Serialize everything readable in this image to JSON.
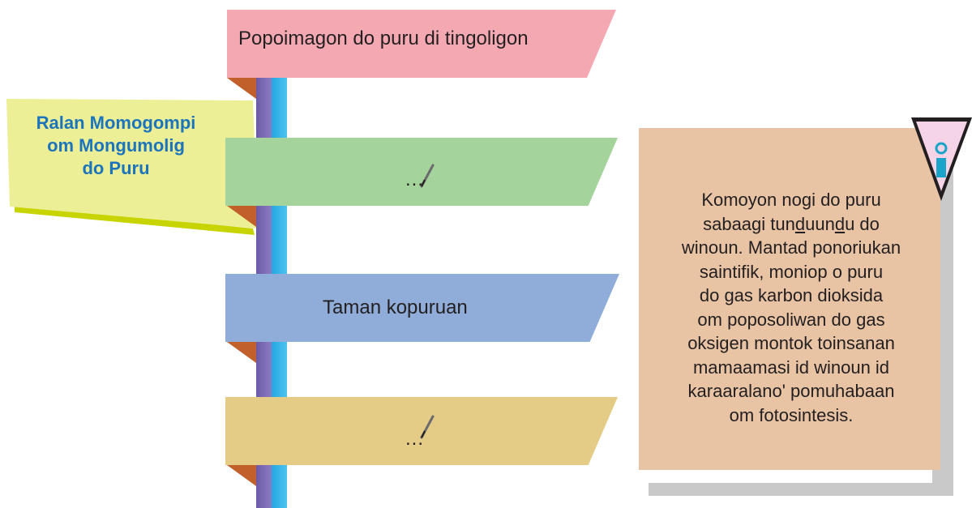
{
  "title": {
    "line1": "Ralan Momogompi",
    "line2": "om Mongumolig",
    "line3": "do Puru"
  },
  "steps": [
    {
      "label": "Popoimagon do puru di tingoligon",
      "color": "#f4a9b2"
    },
    {
      "label": "...",
      "color": "#a5d39c",
      "icon": "pencil-icon"
    },
    {
      "label": "Taman kopuruan",
      "color": "#8fadd8"
    },
    {
      "label": "...",
      "color": "#e4cc86",
      "icon": "pencil-icon"
    }
  ],
  "note": {
    "icon": "info-icon",
    "lines": [
      "Komoyon nogi do puru",
      "sabaagi tun",
      "d",
      "uun",
      "d",
      "u do",
      "winoun. Mantad ponoriukan",
      "saintifik, moniop o puru",
      "do gas karbon dioksida",
      "om poposoliwan do gas",
      "oksigen montok toinsanan",
      "mamaamasi id winoun id",
      "karaaralano' pomuhabaan",
      "om fotosintesis."
    ]
  },
  "colors": {
    "spine_blue": "#27aae1",
    "spine_purple": "#8c6fb5",
    "bracket": "#c1602a",
    "title_text": "#1c75bc",
    "note_bg": "#e8c3a4"
  }
}
